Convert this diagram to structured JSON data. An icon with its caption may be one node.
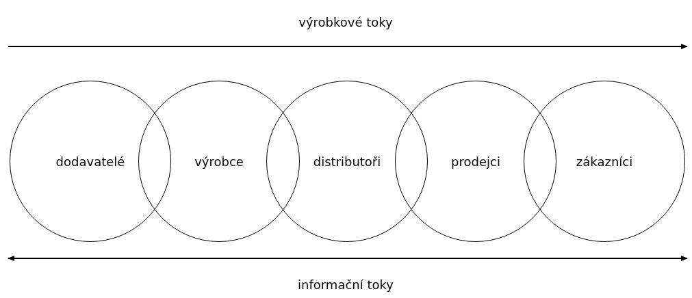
{
  "diagram": {
    "nodes": [
      {
        "text": [
          "dodavatelé"
        ]
      },
      {
        "text": [
          "výrobce"
        ]
      },
      {
        "text": [
          "distributoři"
        ]
      },
      {
        "text": [
          "prodejci"
        ]
      },
      {
        "text": [
          "zákazníci"
        ]
      }
    ],
    "labels": [
      "výrobkové toky",
      "informační toky"
    ]
  }
}
